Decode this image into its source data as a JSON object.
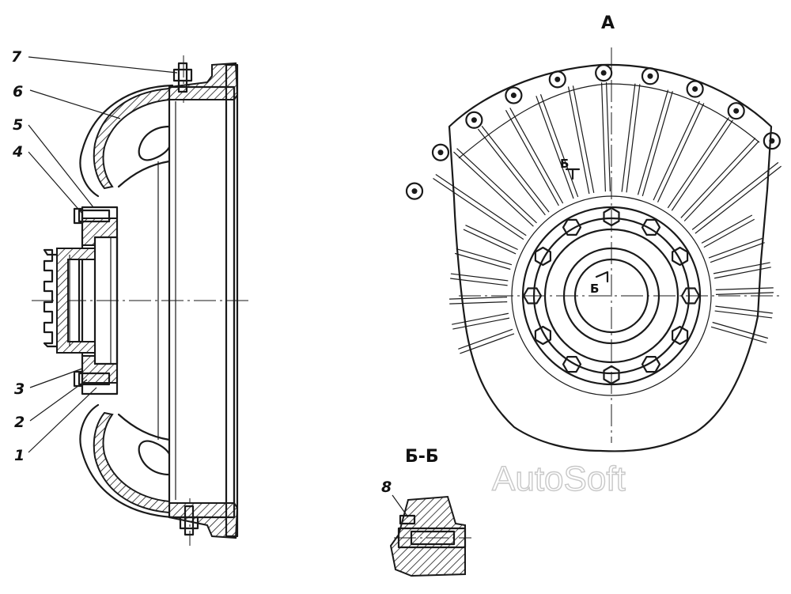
{
  "callouts": [
    {
      "id": "7",
      "label": "7"
    },
    {
      "id": "6",
      "label": "6"
    },
    {
      "id": "5",
      "label": "5"
    },
    {
      "id": "4",
      "label": "4"
    },
    {
      "id": "3",
      "label": "3"
    },
    {
      "id": "2",
      "label": "2"
    },
    {
      "id": "1",
      "label": "1"
    },
    {
      "id": "8",
      "label": "8"
    }
  ],
  "views": {
    "view_a_label": "А",
    "section_label": "Б-Б",
    "section_mark_upper": "Б",
    "section_mark_center": "Б"
  },
  "watermark": "AutoSoft",
  "colors": {
    "ink": "#1a1a1a",
    "paper": "#ffffff",
    "watermark_outline": "#c8c8c8"
  }
}
